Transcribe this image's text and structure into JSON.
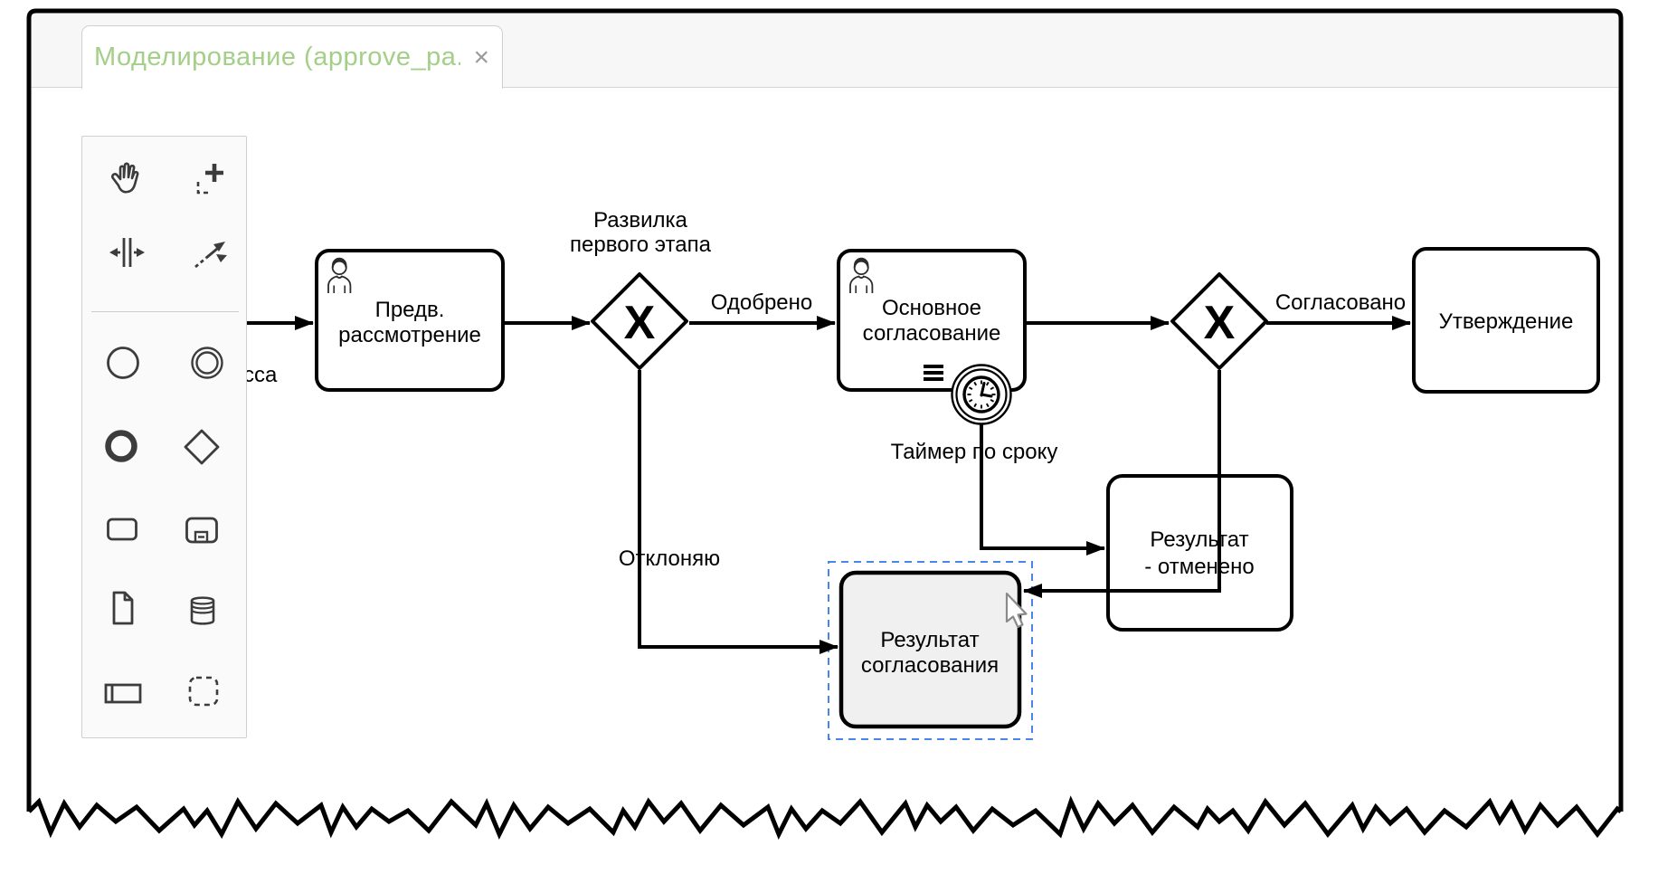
{
  "tab": {
    "title": "Моделирование (approve_pa...",
    "close": "×"
  },
  "palette": {
    "tools": [
      "hand-tool",
      "lasso-tool",
      "space-tool",
      "global-connect-tool",
      "create-start-event",
      "create-intermediate-event",
      "create-end-event",
      "create-gateway",
      "create-task",
      "create-subprocess",
      "create-data-object",
      "create-data-store",
      "create-participant",
      "create-group"
    ]
  },
  "diagram": {
    "tasks": {
      "preliminary": [
        "Предв.",
        "рассмотрение"
      ],
      "main": [
        "Основное",
        "согласование"
      ],
      "result_selected": [
        "Результат",
        "согласования"
      ],
      "result_cancelled": [
        "Результат",
        "- отменено"
      ],
      "approval": [
        "Утверждение"
      ]
    },
    "gateways": {
      "symbol": "X",
      "first_label": [
        "Развилка",
        "первого этапа"
      ]
    },
    "labels": {
      "start_clipped": "сса",
      "approved": "Одобрено",
      "agreed": "Согласовано",
      "rejected": "Отклоняю",
      "timer": "Таймер по сроку"
    }
  },
  "colors": {
    "selection": "#4a86e8",
    "shape_stroke": "#000000",
    "selected_fill": "#f0f0f0",
    "tab_title": "#a3cf88"
  }
}
